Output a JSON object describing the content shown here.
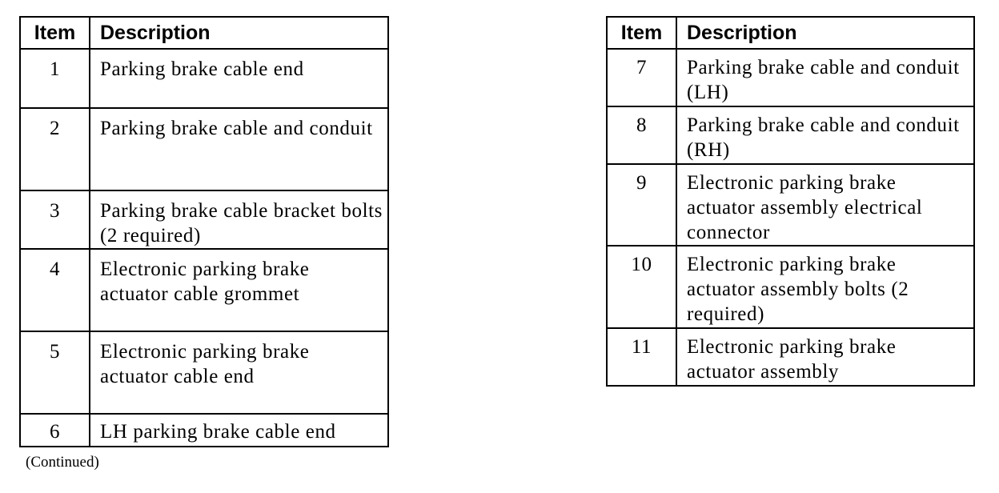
{
  "left_table": {
    "header": {
      "item": "Item",
      "description": "Description"
    },
    "rows": [
      {
        "item": "1",
        "description": "Parking brake cable end"
      },
      {
        "item": "2",
        "description": "Parking brake cable and conduit"
      },
      {
        "item": "3",
        "description": "Parking brake cable bracket bolts (2 required)"
      },
      {
        "item": "4",
        "description": "Electronic parking brake actuator cable grommet"
      },
      {
        "item": "5",
        "description": "Electronic parking brake actuator cable end"
      },
      {
        "item": "6",
        "description": "LH parking brake cable end"
      }
    ]
  },
  "right_table": {
    "header": {
      "item": "Item",
      "description": "Description"
    },
    "rows": [
      {
        "item": "7",
        "description": "Parking brake cable and conduit (LH)"
      },
      {
        "item": "8",
        "description": "Parking brake cable and conduit (RH)"
      },
      {
        "item": "9",
        "description": "Electronic parking brake actuator assembly electrical connector"
      },
      {
        "item": "10",
        "description": "Electronic parking brake actuator assembly bolts (2 required)"
      },
      {
        "item": "11",
        "description": "Electronic parking brake actuator assembly"
      }
    ]
  },
  "footer": {
    "continued": "(Continued)"
  }
}
